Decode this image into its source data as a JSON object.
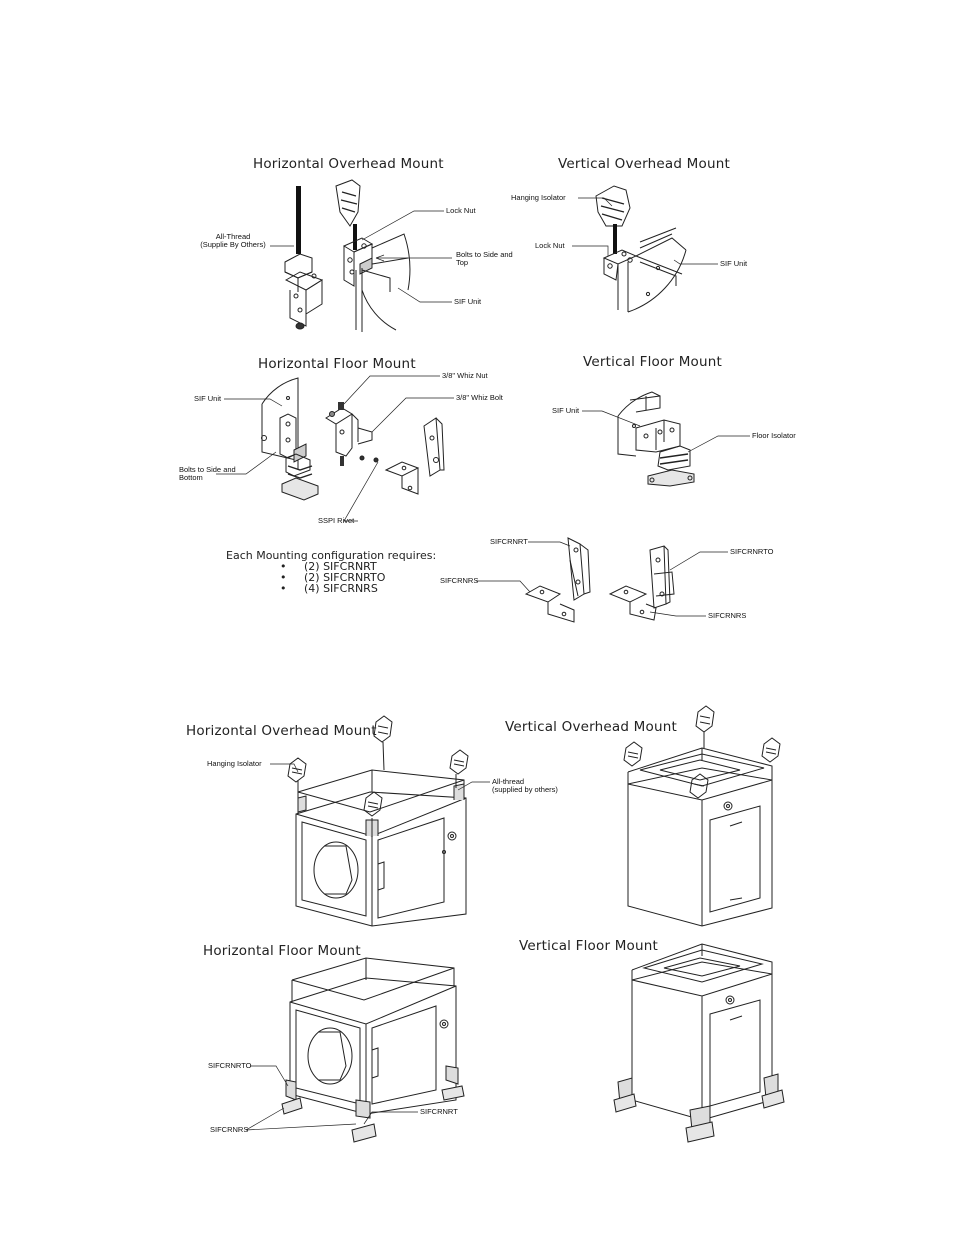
{
  "section_titles": {
    "top": {
      "horizontal_overhead": "Horizontal Overhead Mount",
      "vertical_overhead": "Vertical Overhead Mount",
      "horizontal_floor": "Horizontal Floor Mount",
      "vertical_floor": "Vertical Floor Mount"
    },
    "bottom": {
      "horizontal_overhead": "Horizontal Overhead Mount",
      "vertical_overhead": "Vertical Overhead Mount",
      "horizontal_floor": "Horizontal Floor Mount",
      "vertical_floor": "Vertical Floor Mount"
    }
  },
  "callouts": {
    "h_overhead": {
      "all_thread_1": "All-Thread",
      "all_thread_2": "(Supplie By Others)",
      "lock_nut": "Lock Nut",
      "bolts_1": "Bolts to Side and",
      "bolts_2": "Top",
      "sif_unit": "SIF Unit"
    },
    "v_overhead": {
      "hanging_isolator": "Hanging Isolator",
      "lock_nut": "Lock Nut",
      "sif_unit": "SIF Unit"
    },
    "h_floor": {
      "whiz_nut": "3/8\" Whiz Nut",
      "whiz_bolt": "3/8\" Whiz Bolt",
      "sif_unit": "SIF Unit",
      "bolts_1": "Bolts to Side and",
      "bolts_2": "Bottom",
      "rivet": "SSPI Rivet"
    },
    "v_floor": {
      "sif_unit": "SIF Unit",
      "floor_isolator": "Floor Isolator"
    },
    "parts": {
      "sifcrnrt": "SIFCRNRT",
      "sifcrnrs_left": "SIFCRNRS",
      "sifcrnrto": "SIFCRNRTO",
      "sifcrnrs_right": "SIFCRNRS"
    },
    "iso_h_overhead": {
      "hanging_isolator": "Hanging Isolator",
      "all_thread_1": "All-thread",
      "all_thread_2": "(supplied by others)"
    },
    "iso_h_floor": {
      "sifcrnrto": "SIFCRNRTO",
      "sifcrnrt": "SIFCRNRT",
      "sifcrnrs": "SIFCRNRS"
    }
  },
  "requirements": {
    "heading": "Each Mounting configuration requires:",
    "bullet": "•",
    "items": [
      "(2) SIFCRNRT",
      "(2) SIFCRNRTO",
      "(4) SIFCRNRS"
    ]
  }
}
